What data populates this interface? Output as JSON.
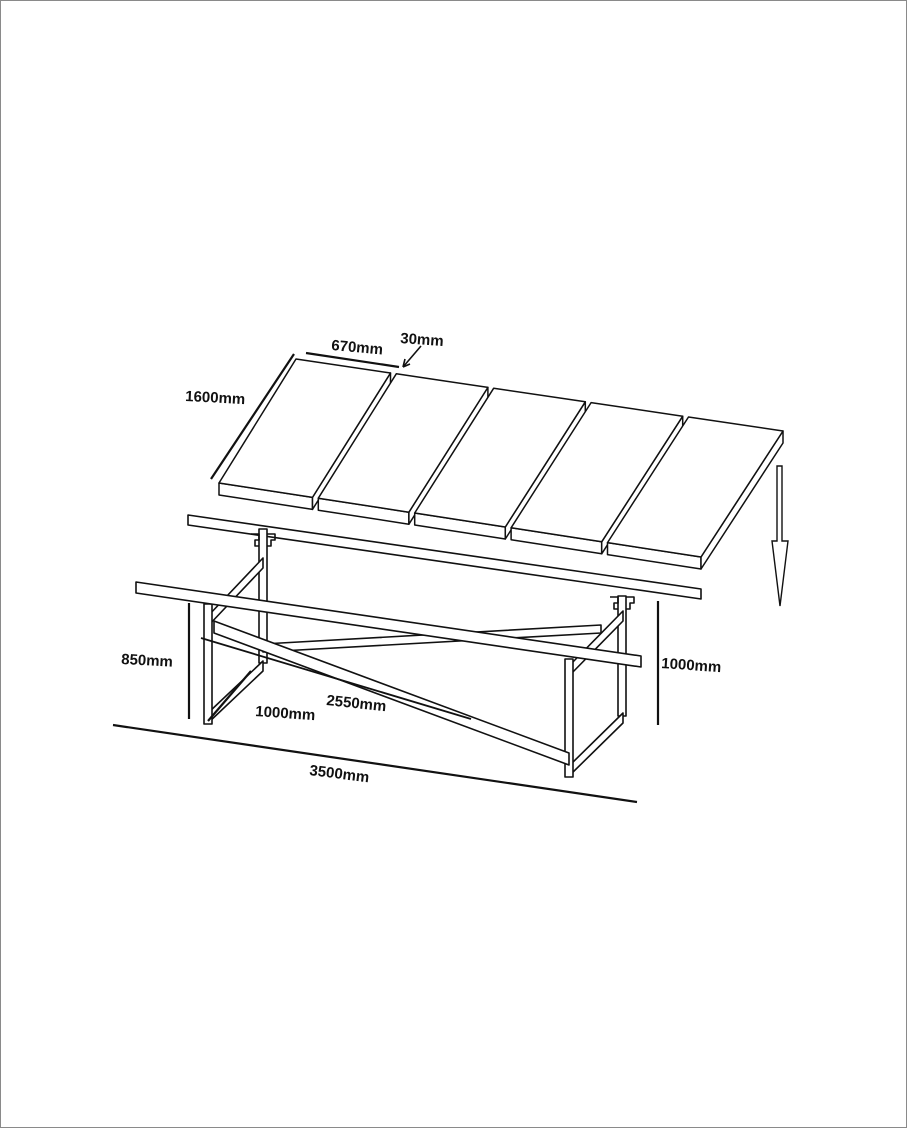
{
  "dimensions": {
    "panel_length": "1600mm",
    "panel_width": "670mm",
    "panel_thickness": "30mm",
    "left_height": "850mm",
    "right_height": "1000mm",
    "frame_depth": "1000mm",
    "diagonal_length": "2550mm",
    "total_length": "3500mm"
  },
  "panel_count": 5,
  "colors": {
    "line": "#111111",
    "panel_fill": "#ffffff",
    "border": "#8a8a8a"
  }
}
